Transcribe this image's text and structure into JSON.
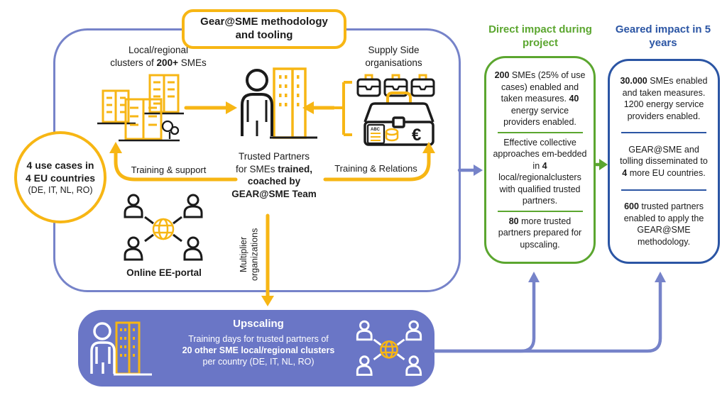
{
  "colors": {
    "yellow": "#F7B614",
    "purple_line": "#7683C9",
    "purple_fill": "#6A76C6",
    "green": "#5BA62F",
    "blue": "#2B55A4",
    "ink": "#1B1B1B"
  },
  "title_box": {
    "line1": "Gear@SME methodology",
    "line2": "and tooling"
  },
  "use_cases_circle": {
    "line1": "4 use cases in",
    "line2": "4 EU countries",
    "line3": "(DE, IT, NL, RO)"
  },
  "main": {
    "clusters_line1": "Local/regional",
    "clusters_line2": [
      {
        "t": "clusters of ",
        "b": false
      },
      {
        "t": "200+",
        "b": true
      },
      {
        "t": " SMEs",
        "b": false
      }
    ],
    "supply_line1": "Supply Side",
    "supply_line2": "organisations",
    "trusted_line1": "Trusted Partners",
    "trusted_line2": [
      {
        "t": "for SMEs ",
        "b": false
      },
      {
        "t": "trained,",
        "b": true
      }
    ],
    "trusted_line3": "coached by",
    "trusted_line4": "GEAR@SME Team",
    "training_support": "Training & support",
    "training_relations": "Training & Relations",
    "ee_portal": "Online EE-portal",
    "multiplier_line1": "Multiplier",
    "multiplier_line2": "organizations"
  },
  "direct_impact": {
    "heading": "Direct impact during project",
    "items": [
      [
        {
          "t": "200",
          "b": true
        },
        {
          "t": " SMEs (25% of use cases) enabled and taken measures. ",
          "b": false
        },
        {
          "t": "40",
          "b": true
        },
        {
          "t": " energy service providers enabled.",
          "b": false
        }
      ],
      [
        {
          "t": "Effective collective approaches em-bedded in ",
          "b": false
        },
        {
          "t": "4",
          "b": true
        },
        {
          "t": " local/regionalclusters with qualified trusted partners.",
          "b": false
        }
      ],
      [
        {
          "t": "80",
          "b": true
        },
        {
          "t": " more trusted partners prepared for upscaling.",
          "b": false
        }
      ]
    ]
  },
  "geared_impact": {
    "heading": "Geared impact in 5 years",
    "items": [
      [
        {
          "t": "30.000",
          "b": true
        },
        {
          "t": " SMEs enabled and taken measures. 1200 energy service providers enabled.",
          "b": false
        }
      ],
      [
        {
          "t": "GEAR@SME and tolling disseminated to ",
          "b": false
        },
        {
          "t": "4",
          "b": true
        },
        {
          "t": " more EU countries.",
          "b": false
        }
      ],
      [
        {
          "t": "600",
          "b": true
        },
        {
          "t": " trusted partners enabled to apply the GEAR@SME methodology.",
          "b": false
        }
      ]
    ]
  },
  "upscaling": {
    "title": "Upscaling",
    "line1": "Training days for trusted partners of",
    "line2": "20 other SME local/regional clusters",
    "line3": "per country (DE, IT, NL, RO)"
  },
  "euro_symbol": "€",
  "abc_label": "ABC"
}
